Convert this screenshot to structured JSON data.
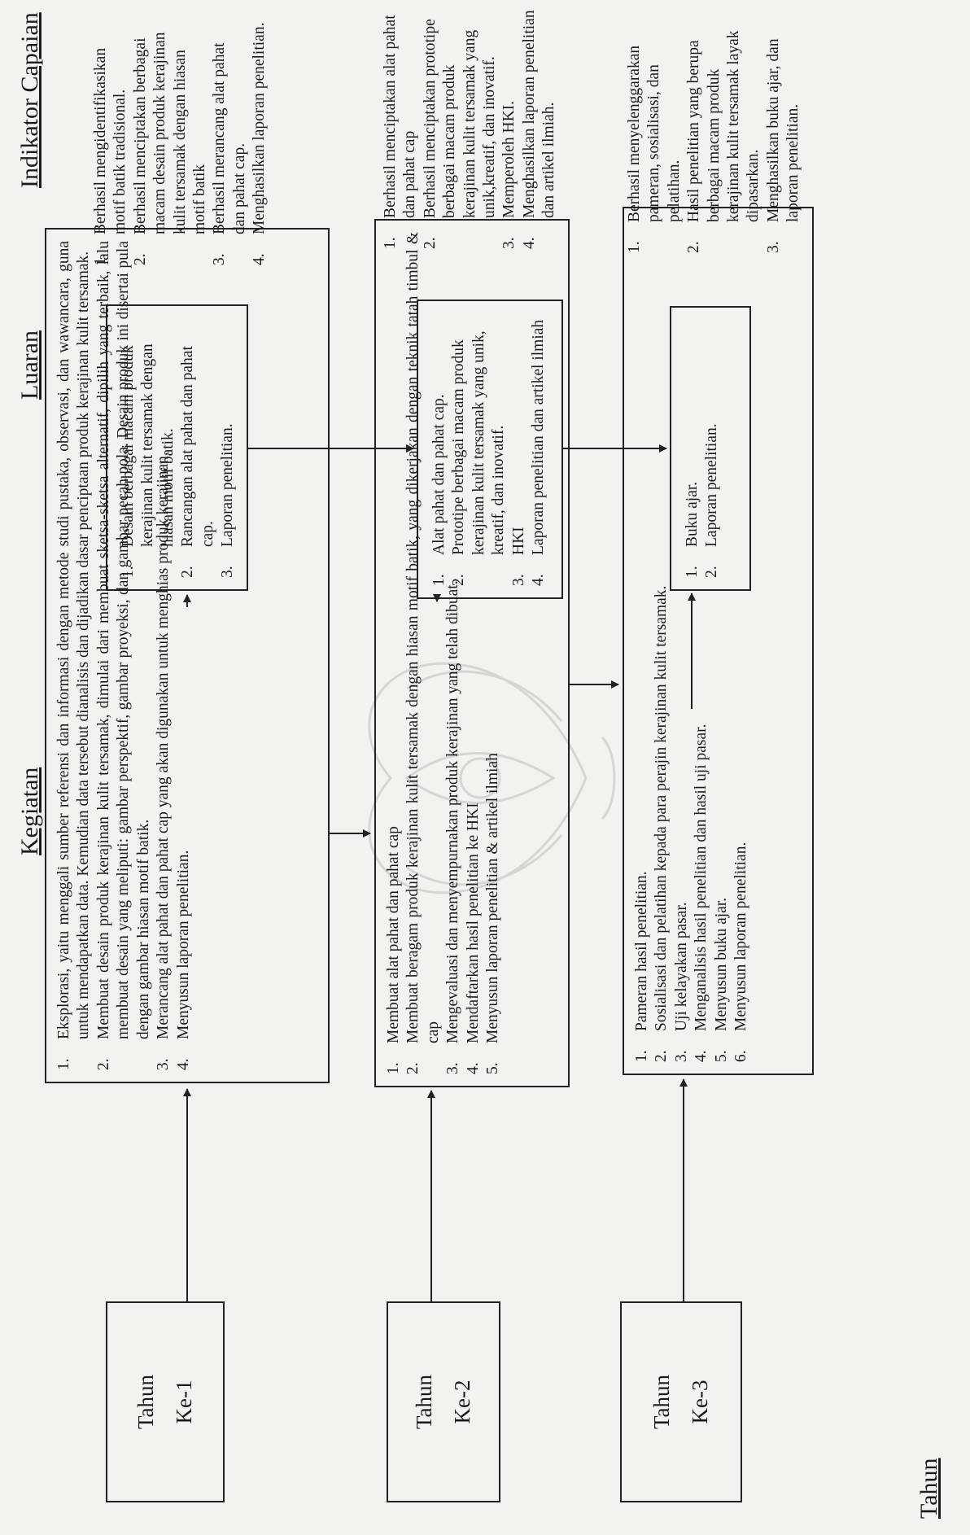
{
  "headers": {
    "tahun": "Tahun",
    "kegiatan": "Kegiatan",
    "luaran": "Luaran",
    "indikator": "Indikator Capaian"
  },
  "rows": [
    {
      "year": {
        "line1": "Tahun",
        "line2": "Ke-1"
      },
      "kegiatan": [
        "Eksplorasi, yaitu menggali sumber referensi dan informasi dengan metode studi pustaka, observasi, dan wawancara, guna untuk mendapatkan data. Kemudian data tersebut dianalisis dan dijadikan dasar penciptaan produk kerajinan kulit tersamak.",
        "Membuat desain produk kerajinan kulit tersamak, dimulai dari membuat sketsa-sketsa alternatif, dipilih yang terbaik, lalu membuat desain yang meliputi: gambar perspektif, gambar proyeksi, dan gambar pecah pola. Desain produk ini disertai pula dengan gambar hiasan motif batik.",
        "Merancang alat pahat dan pahat cap yang akan digunakan untuk menghias produk kerajinan.",
        "Menyusun laporan penelitian."
      ],
      "luaran": [
        "Desain berbagai macam produk kerajinan kulit tersamak dengan hiasan motif batik.",
        "Rancangan alat pahat dan pahat cap.",
        "Laporan penelitian."
      ],
      "indikator": [
        "Berhasil mengidentifikasikan motif batik tradisional.",
        "Berhasil menciptakan berbagai macam desain produk kerajinan kulit tersamak dengan hiasan motif batik",
        "Berhasil merancang alat pahat dan pahat cap.",
        "Menghasilkan laporan penelitian."
      ]
    },
    {
      "year": {
        "line1": "Tahun",
        "line2": "Ke-2"
      },
      "kegiatan": [
        "Membuat alat pahat dan pahat cap",
        "Membuat beragam produk kerajinan kulit tersamak dengan hiasan motif batik, yang dikerjakan dengan teknik tatah timbul & cap",
        "Mengevaluasi dan menyempurnakan produk kerajinan yang telah dibuat.",
        "Mendaftarkan hasil penelitian ke HKI",
        "Menyusun laporan penelitian & artikel ilmiah"
      ],
      "luaran": [
        "Alat pahat dan pahat cap.",
        "Prototipe berbagai macam produk kerajinan kulit tersamak yang unik, kreatif, dan inovatif.",
        "HKI",
        "Laporan penelitian dan artikel ilmiah"
      ],
      "indikator": [
        "Berhasil menciptakan alat pahat dan pahat cap",
        "Berhasil menciptakan prototipe berbagai macam produk kerajinan kulit tersamak yang unik,kreatif, dan inovatif.",
        "Memperoleh HKI.",
        "Menghasilkan laporan penelitian dan artikel ilmiah."
      ]
    },
    {
      "year": {
        "line1": "Tahun",
        "line2": "Ke-3"
      },
      "kegiatan": [
        "Pameran hasil penelitian.",
        "Sosialisasi dan pelatihan kepada para perajin kerajinan kulit tersamak.",
        "Uji kelayakan pasar.",
        "Menganalisis hasil penelitian dan hasil uji pasar.",
        "Menyusun buku ajar.",
        "Menyusun laporan penelitian."
      ],
      "luaran": [
        "Buku ajar.",
        "Laporan penelitian."
      ],
      "indikator": [
        "Berhasil menyelenggarakan pameran, sosialisasi, dan pelatihan.",
        "Hasil penelitian yang berupa berbagai macam produk kerajinan kulit tersamak layak dipasarkan.",
        "Menghasilkan buku ajar, dan laporan penelitian."
      ]
    }
  ]
}
